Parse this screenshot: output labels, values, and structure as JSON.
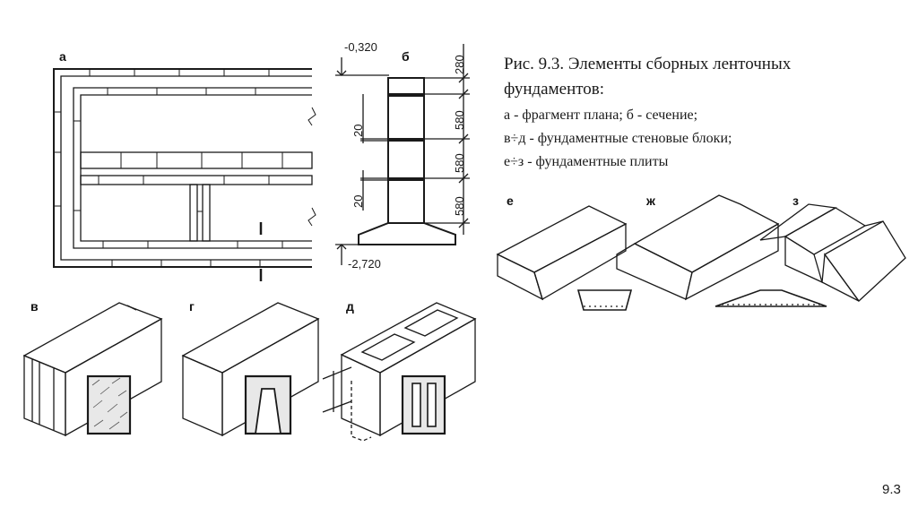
{
  "caption": {
    "title": "Рис. 9.3. Элементы сборных ленточных фундаментов:",
    "lines": [
      "а - фрагмент плана; б - сечение;",
      "в÷д - фундаментные стеновые блоки;",
      "е÷з - фундаментные плиты"
    ]
  },
  "labels": {
    "a": "а",
    "b": "б",
    "v": "в",
    "g": "г",
    "d": "д",
    "e": "е",
    "zh": "ж",
    "z": "з",
    "cut_mark": "I"
  },
  "dimensions": {
    "top_level": "-0,320",
    "bottom_level": "-2,720",
    "seam_1": "20",
    "seam_2": "20",
    "h_280": "280",
    "h_580_1": "580",
    "h_580_2": "580",
    "h_580_3": "580"
  },
  "page_number": "9.3"
}
